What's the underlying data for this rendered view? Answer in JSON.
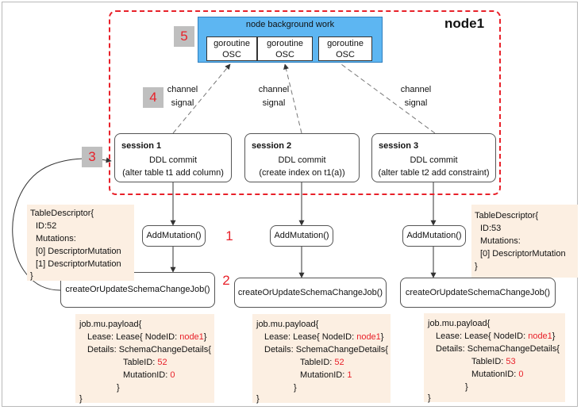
{
  "node": {
    "label": "node1"
  },
  "background": {
    "title": "node background work",
    "goroutines": [
      {
        "line1": "goroutine",
        "line2": "OSC"
      },
      {
        "line1": "goroutine",
        "line2": "OSC"
      },
      {
        "line1": "goroutine",
        "line2": "OSC"
      }
    ]
  },
  "markers": [
    "1",
    "2",
    "3",
    "4",
    "5"
  ],
  "channel_signal": [
    {
      "line1": "channel",
      "line2": "signal"
    },
    {
      "line1": "channel",
      "line2": "signal"
    },
    {
      "line1": "channel",
      "line2": "signal"
    }
  ],
  "sessions": [
    {
      "title": "session 1",
      "line1": "DDL commit",
      "line2": "(alter table t1 add column)"
    },
    {
      "title": "session 2",
      "line1": "DDL commit",
      "line2": "(create index on t1(a))"
    },
    {
      "title": "session 3",
      "line1": "DDL commit",
      "line2": "(alter table t2 add constraint)"
    }
  ],
  "add_mutation": [
    "AddMutation()",
    "AddMutation()",
    "AddMutation()"
  ],
  "create_job": [
    "createOrUpdateSchemaChangeJob()",
    "createOrUpdateSchemaChangeJob()",
    "createOrUpdateSchemaChangeJob()"
  ],
  "descriptors": [
    {
      "header": "TableDescriptor{",
      "id": "ID:52",
      "mutations_label": "Mutations:",
      "mutations": [
        "[0] DescriptorMutation",
        "[1] DescriptorMutation"
      ],
      "close": "}"
    },
    {
      "header": "TableDescriptor{",
      "id": "ID:53",
      "mutations_label": "Mutations:",
      "mutations": [
        "[0] DescriptorMutation"
      ],
      "close": "}"
    }
  ],
  "payloads": [
    {
      "header": "job.mu.payload{",
      "lease_prefix": "Lease: Lease{ NodeID:",
      "node_id": "node1",
      "lease_suffix": "}",
      "details": "Details: SchemaChangeDetails{",
      "table_label": "TableID:",
      "table_id": "52",
      "mutation_label": "MutationID:",
      "mutation_id": "0",
      "inner_close": "}",
      "outer_close": "}"
    },
    {
      "header": "job.mu.payload{",
      "lease_prefix": "Lease: Lease{ NodeID:",
      "node_id": "node1",
      "lease_suffix": "}",
      "details": "Details: SchemaChangeDetails{",
      "table_label": "TableID:",
      "table_id": "52",
      "mutation_label": "MutationID:",
      "mutation_id": "1",
      "inner_close": "}",
      "outer_close": "}"
    },
    {
      "header": "job.mu.payload{",
      "lease_prefix": "Lease: Lease{ NodeID:",
      "node_id": "node1",
      "lease_suffix": "}",
      "details": "Details: SchemaChangeDetails{",
      "table_label": "TableID:",
      "table_id": "53",
      "mutation_label": "MutationID:",
      "mutation_id": "0",
      "inner_close": "}",
      "outer_close": "}"
    }
  ],
  "colors": {
    "node_border": "#e8212a",
    "background_fill": "#5db6f2",
    "note_fill": "#fcefe2",
    "marker_fill": "#bfbfbf",
    "highlight": "#e8212a"
  }
}
